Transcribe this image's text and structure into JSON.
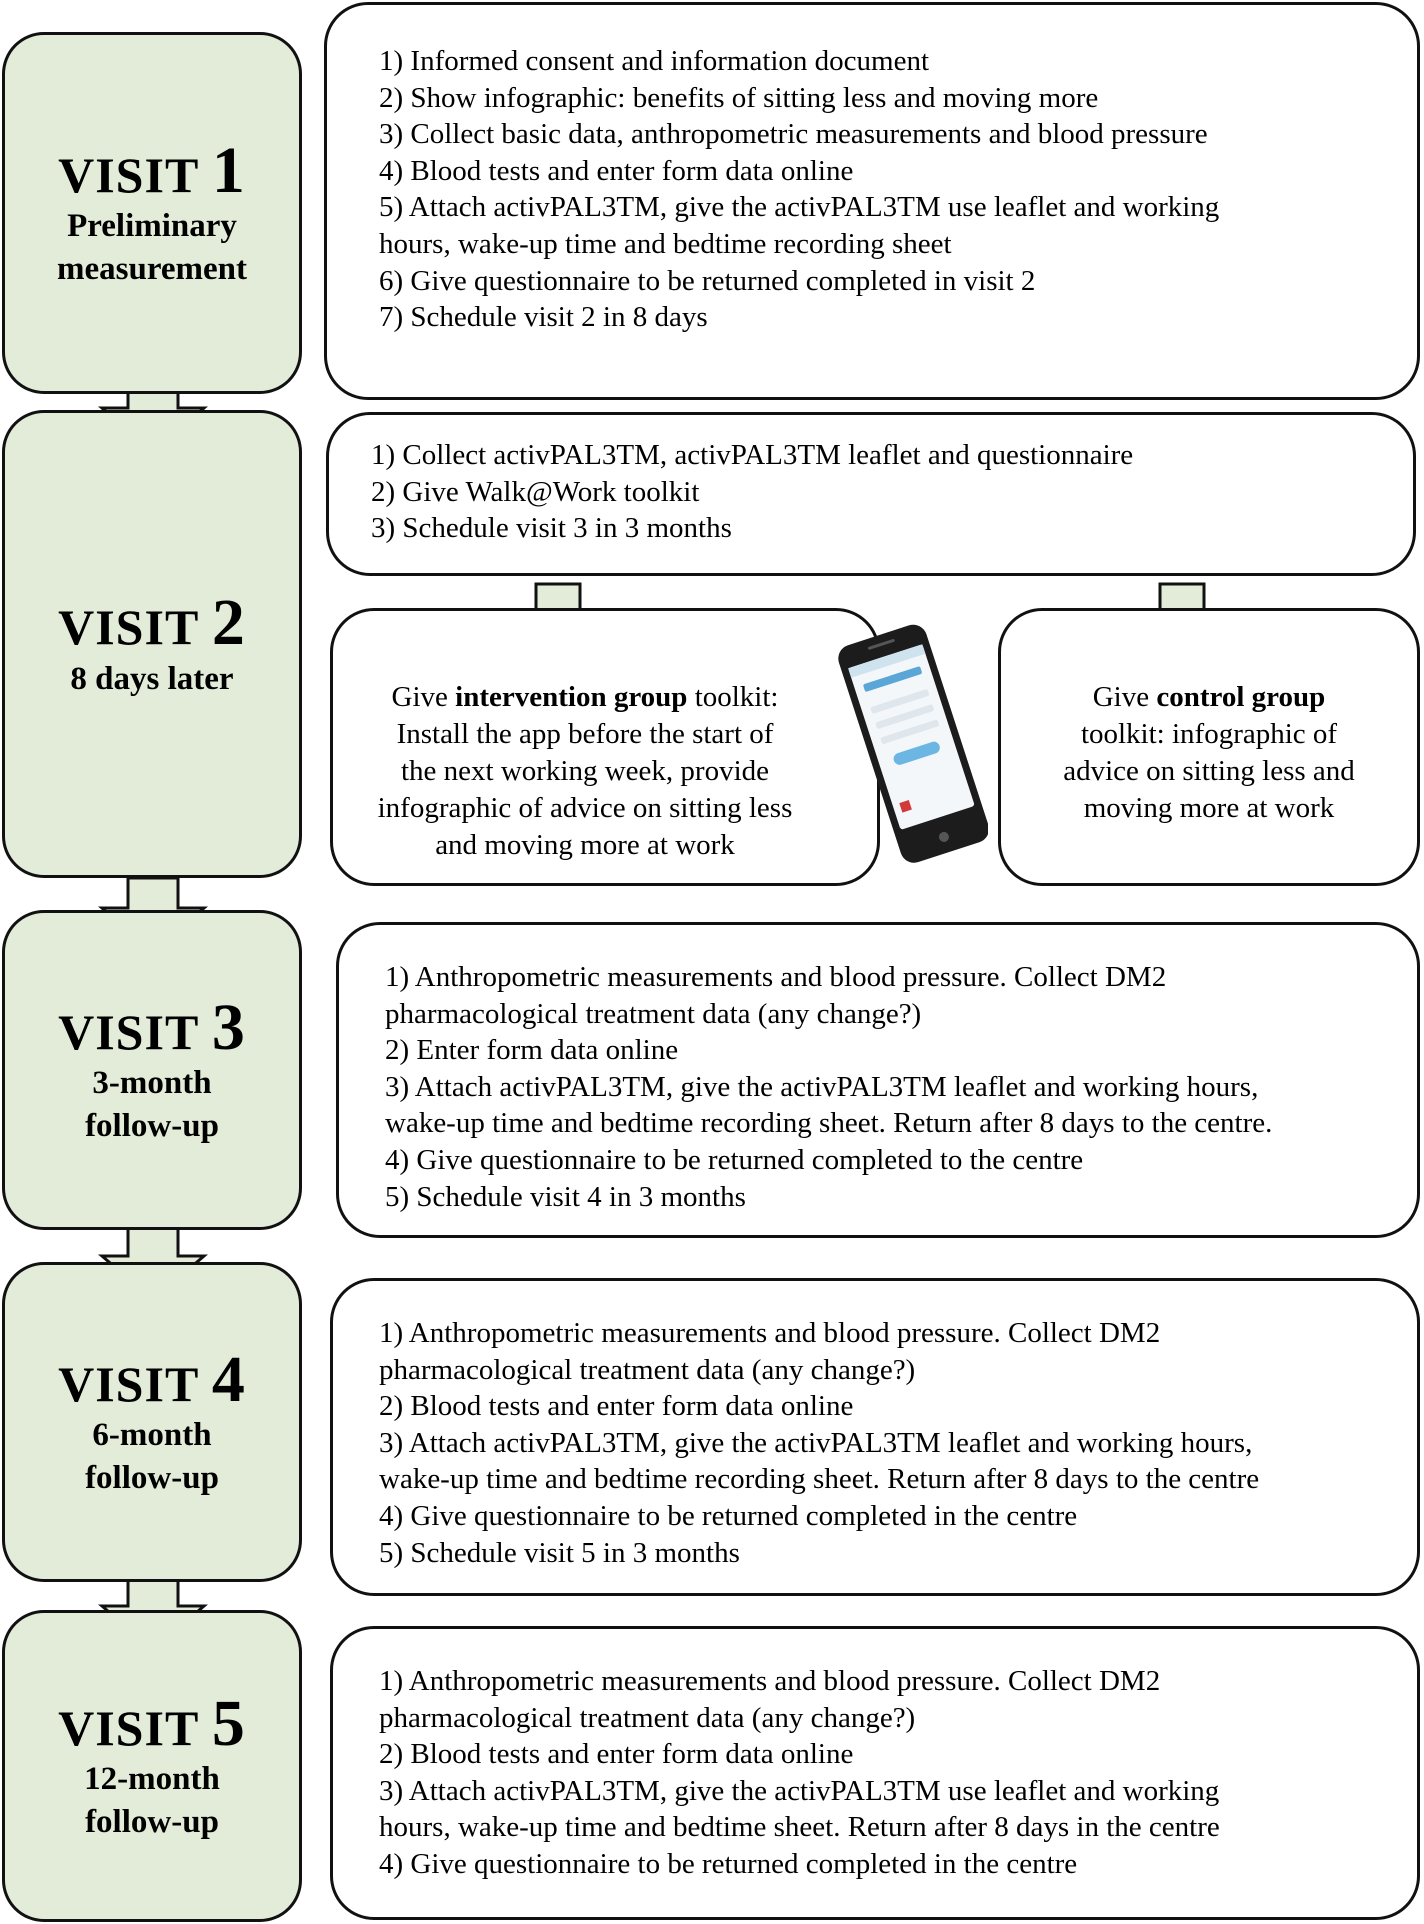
{
  "visits": [
    {
      "word": "VISIT",
      "number": "1",
      "sub": [
        "Preliminary",
        "measurement"
      ]
    },
    {
      "word": "VISIT",
      "number": "2",
      "sub": [
        "8 days later"
      ]
    },
    {
      "word": "VISIT",
      "number": "3",
      "sub": [
        "3-month",
        "follow-up"
      ]
    },
    {
      "word": "VISIT",
      "number": "4",
      "sub": [
        "6-month",
        "follow-up"
      ]
    },
    {
      "word": "VISIT",
      "number": "5",
      "sub": [
        "12-month",
        "follow-up"
      ]
    }
  ],
  "steps": {
    "visit1": [
      "1) Informed consent and information document",
      "2) Show infographic: benefits of sitting less and moving more",
      "3) Collect basic data, anthropometric measurements and blood pressure",
      "4) Blood tests and enter form data online",
      "5) Attach activPAL3TM, give the activPAL3TM use leaflet and working",
      "hours, wake-up time and bedtime recording sheet",
      "6) Give questionnaire to be returned completed in visit 2",
      "7) Schedule visit 2 in 8 days"
    ],
    "visit2": [
      "1) Collect activPAL3TM, activPAL3TM leaflet and questionnaire",
      "2) Give Walk@Work toolkit",
      "3) Schedule visit 3 in 3 months"
    ],
    "visit3": [
      "1) Anthropometric measurements and blood pressure. Collect DM2",
      "pharmacological treatment data (any change?)",
      "2) Enter form data online",
      "3) Attach activPAL3TM, give the activPAL3TM leaflet and working hours,",
      "wake-up time and bedtime recording sheet. Return after 8 days to the centre.",
      "4) Give questionnaire to be returned completed to the centre",
      "5) Schedule visit 4 in 3 months"
    ],
    "visit4": [
      "1) Anthropometric measurements and blood pressure. Collect DM2",
      "pharmacological treatment data (any change?)",
      "2) Blood tests and enter form data online",
      "3) Attach activPAL3TM, give the activPAL3TM  leaflet and working hours,",
      "wake-up time and bedtime recording sheet. Return after 8 days to the centre",
      "4) Give questionnaire to be returned completed in the centre",
      "5) Schedule visit 5 in 3 months"
    ],
    "visit5": [
      "1) Anthropometric measurements and blood pressure. Collect DM2",
      "pharmacological treatment data (any change?)",
      "2) Blood tests and enter form data online",
      "3) Attach activPAL3TM, give the activPAL3TM use leaflet and working",
      "hours, wake-up time and bedtime sheet. Return after 8 days in the centre",
      "4) Give questionnaire to be returned completed in the centre"
    ]
  },
  "intervention": {
    "prefix": "Give ",
    "bold": "intervention group",
    "line1_rest": " toolkit:",
    "lines": [
      "Install the app before the start of",
      "the next working week, provide",
      "infographic of advice on sitting less",
      "and moving more at work"
    ]
  },
  "control": {
    "prefix": "Give ",
    "bold": "control group",
    "lines": [
      "toolkit: infographic of",
      "advice on sitting less and",
      "moving more at work"
    ]
  },
  "colors": {
    "visit_fill": "#e3ecd9",
    "arrow_fill": "#e3ecd9",
    "stroke": "#111111"
  },
  "icons": [
    "down-arrow-icon",
    "smartphone-app-icon"
  ]
}
